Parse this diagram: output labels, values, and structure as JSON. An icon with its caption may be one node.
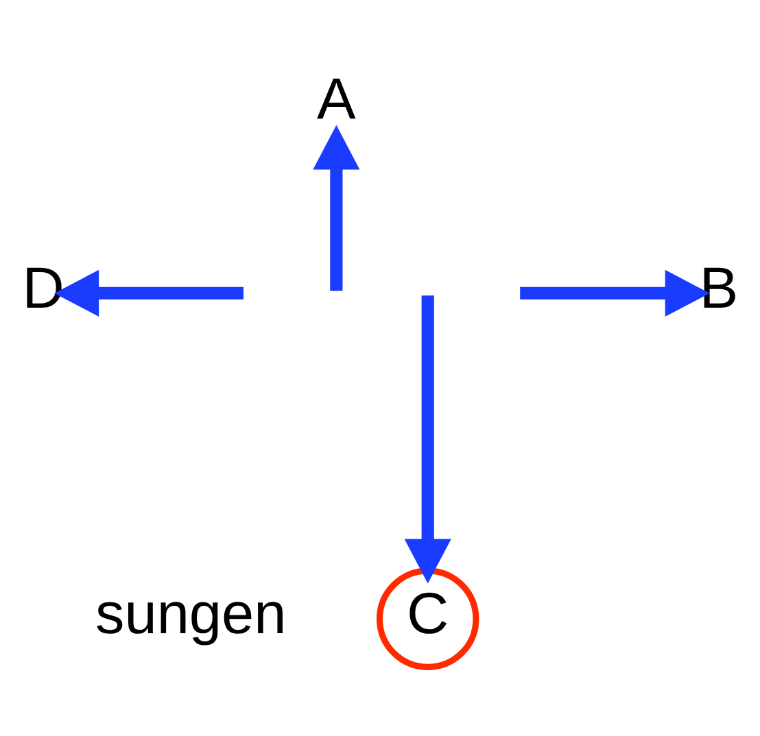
{
  "diagram": {
    "nodes": [
      {
        "text": [
          "A"
        ]
      },
      {
        "text": [
          "D"
        ]
      },
      {
        "text": [
          "B"
        ]
      },
      {
        "text": [
          "C"
        ]
      }
    ],
    "edges": [
      {
        "from": null,
        "to": 0,
        "arrow": "to"
      },
      {
        "from": null,
        "to": 1,
        "arrow": "to"
      },
      {
        "from": null,
        "to": 2,
        "arrow": "to"
      },
      {
        "from": null,
        "to": 3,
        "arrow": "to"
      }
    ],
    "labels": [
      "sungen"
    ]
  }
}
